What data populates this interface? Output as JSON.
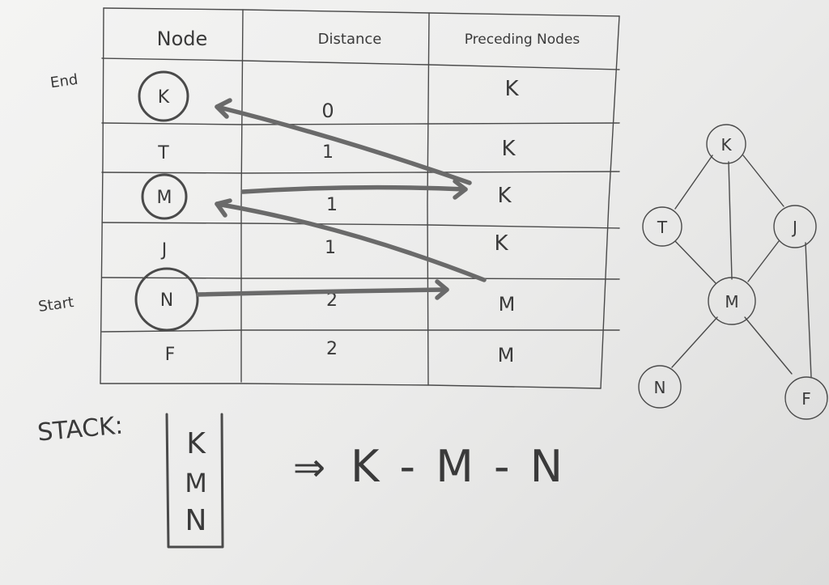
{
  "table": {
    "headers": [
      "Node",
      "Distance",
      "Preceding Nodes"
    ],
    "rows": [
      {
        "node": "K",
        "distance": "0",
        "preceding": "K"
      },
      {
        "node": "T",
        "distance": "1",
        "preceding": "K"
      },
      {
        "node": "M",
        "distance": "1",
        "preceding": "K"
      },
      {
        "node": "J",
        "distance": "1",
        "preceding": "K"
      },
      {
        "node": "N",
        "distance": "2",
        "preceding": "M"
      },
      {
        "node": "F",
        "distance": "2",
        "preceding": "M"
      }
    ]
  },
  "side_labels": {
    "end": "End",
    "start": "Start"
  },
  "graph": {
    "nodes": [
      "K",
      "T",
      "J",
      "M",
      "N",
      "F"
    ],
    "edges": [
      [
        "K",
        "T"
      ],
      [
        "K",
        "M"
      ],
      [
        "K",
        "J"
      ],
      [
        "T",
        "M"
      ],
      [
        "J",
        "M"
      ],
      [
        "M",
        "N"
      ],
      [
        "M",
        "F"
      ],
      [
        "J",
        "F"
      ]
    ]
  },
  "stack": {
    "label": "STACK:",
    "items": [
      "K",
      "M",
      "N"
    ]
  },
  "result": {
    "arrow": "⇒",
    "path": "K - M - N"
  }
}
